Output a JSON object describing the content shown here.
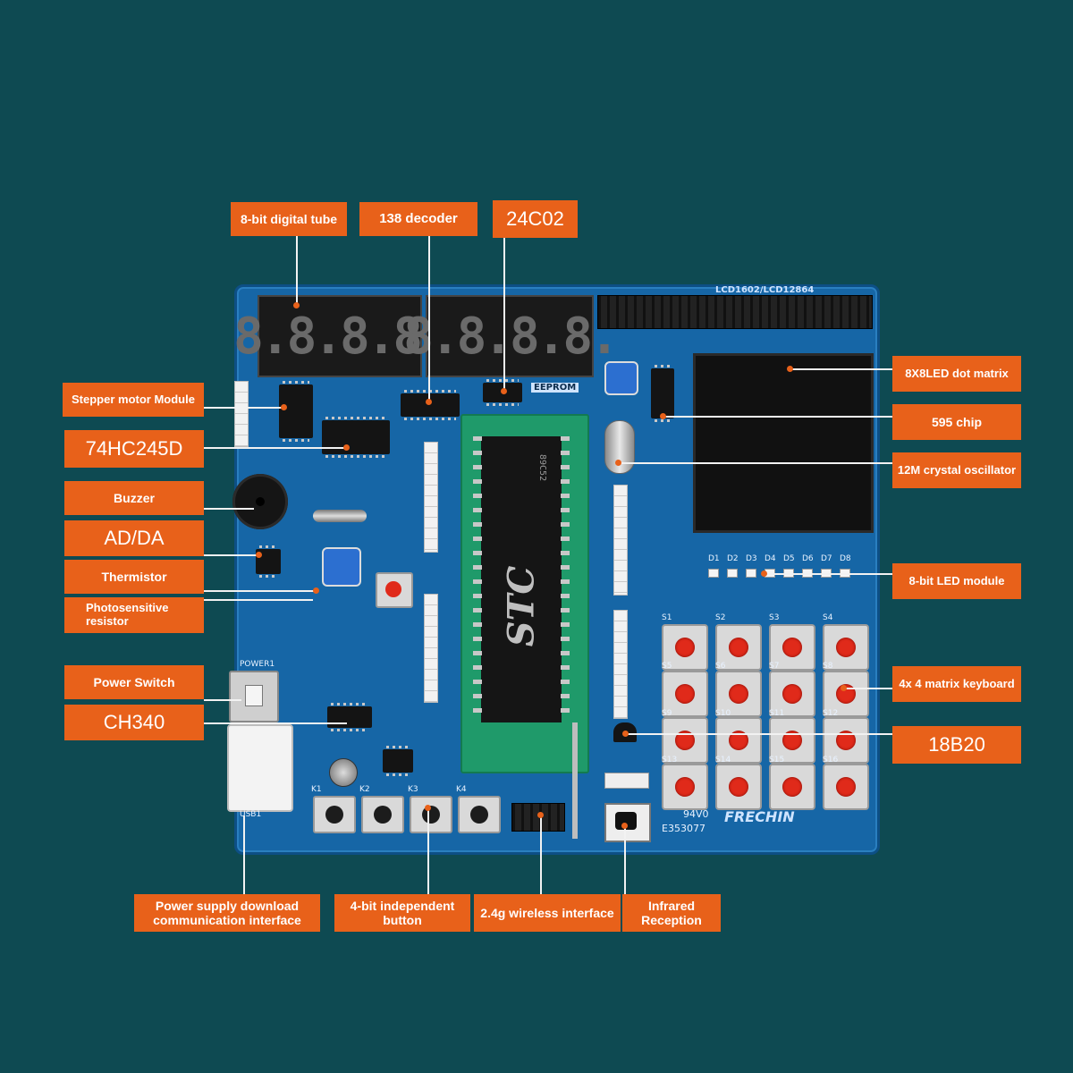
{
  "callouts": {
    "digital_tube": "8-bit digital tube",
    "decoder": "138 decoder",
    "eeprom": "24C02",
    "stepper": "Stepper motor Module",
    "chip_245": "74HC245D",
    "buzzer": "Buzzer",
    "adda": "AD/DA",
    "thermistor": "Thermistor",
    "photo": "Photosensitive resistor",
    "power_switch": "Power Switch",
    "ch340": "CH340",
    "dot_matrix": "8X8LED dot matrix",
    "chip_595": "595 chip",
    "crystal": "12M crystal oscillator",
    "led_module": "8-bit LED module",
    "keyboard": "4x 4 matrix keyboard",
    "ds18b20": "18B20",
    "usb_power": "Power supply download communication interface",
    "indep_button": "4-bit independent button",
    "wireless": "2.4g wireless interface",
    "infrared": "Infrared Reception"
  },
  "board": {
    "lcd_label": "LCD1602/LCD12864",
    "eeprom_label": "EEPROM",
    "mcu_brand": "STC",
    "mcu_model": "89C52",
    "led_labels": [
      "D1",
      "D2",
      "D3",
      "D4",
      "D5",
      "D6",
      "D7",
      "D8"
    ],
    "key_labels": [
      "S1",
      "S2",
      "S3",
      "S4",
      "S5",
      "S6",
      "S7",
      "S8",
      "S9",
      "S10",
      "S11",
      "S12",
      "S13",
      "S14",
      "S15",
      "S16"
    ],
    "button_labels": [
      "K1",
      "K2",
      "K3",
      "K4"
    ],
    "power_label": "POWER1",
    "usb_label": "USB1",
    "rating_label": "94V0",
    "cert_label": "E353077",
    "brand": "FRECHIN",
    "tube_digits": "8.8.8.8.8.8.8.8."
  },
  "colors": {
    "background": "#0e4a52",
    "callout": "#e8611a",
    "pcb": "#1666a6",
    "leader": "#f2f2f2"
  }
}
